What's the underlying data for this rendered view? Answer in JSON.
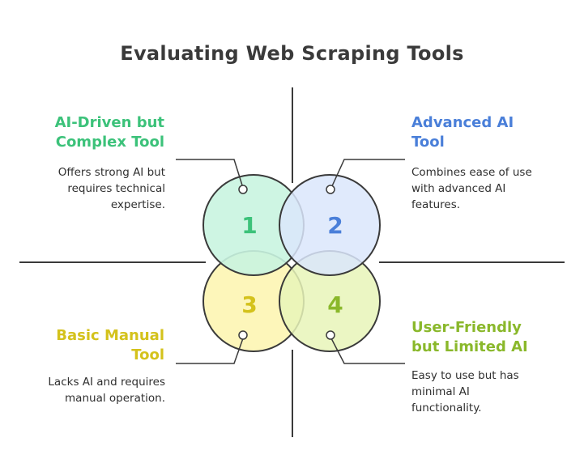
{
  "title": "Evaluating Web Scraping Tools",
  "colors": {
    "q1": "#3cc27a",
    "q2": "#4a7fd9",
    "q3": "#d4c21c",
    "q4": "#8ab82b",
    "line": "#3a3a3a"
  },
  "quadrants": [
    {
      "number": "1",
      "title_line1": "AI-Driven but",
      "title_line2": "Complex Tool",
      "desc_line1": "Offers strong AI but",
      "desc_line2": "requires technical",
      "desc_line3": "expertise."
    },
    {
      "number": "2",
      "title_line1": "Advanced AI",
      "title_line2": "Tool",
      "desc_line1": "Combines ease of use",
      "desc_line2": "with advanced AI",
      "desc_line3": "features."
    },
    {
      "number": "3",
      "title_line1": "Basic Manual",
      "title_line2": "Tool",
      "desc_line1": "Lacks AI and requires",
      "desc_line2": "manual operation.",
      "desc_line3": ""
    },
    {
      "number": "4",
      "title_line1": "User-Friendly",
      "title_line2": "but Limited AI",
      "desc_line1": "Easy to use but has",
      "desc_line2": "minimal AI",
      "desc_line3": "functionality."
    }
  ]
}
